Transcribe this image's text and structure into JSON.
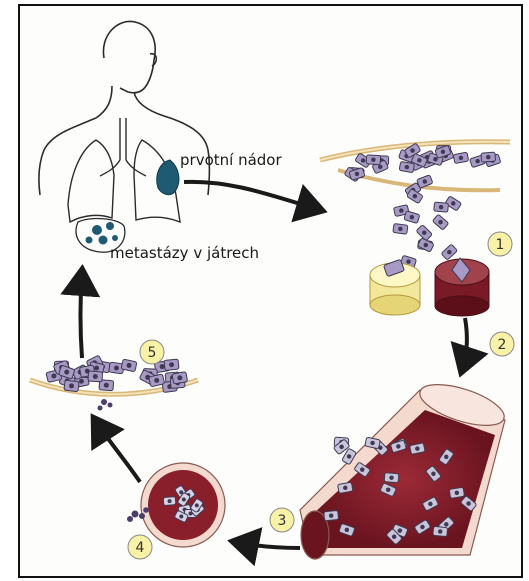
{
  "labels": {
    "primary_tumor": "prvotní nádor",
    "liver_metastases": "metastázy v játrech"
  },
  "steps": [
    "1",
    "2",
    "3",
    "4",
    "5"
  ],
  "colors": {
    "outline": "#2b2b2b",
    "tumor": "#1f5a73",
    "cell_fill": "#a89ac4",
    "cell_stroke": "#3d3a52",
    "vessel_red": "#8a1f2c",
    "vessel_wall": "#f4d9cf",
    "membrane": "#d9b778",
    "number_circle": "#f7f2a6"
  }
}
